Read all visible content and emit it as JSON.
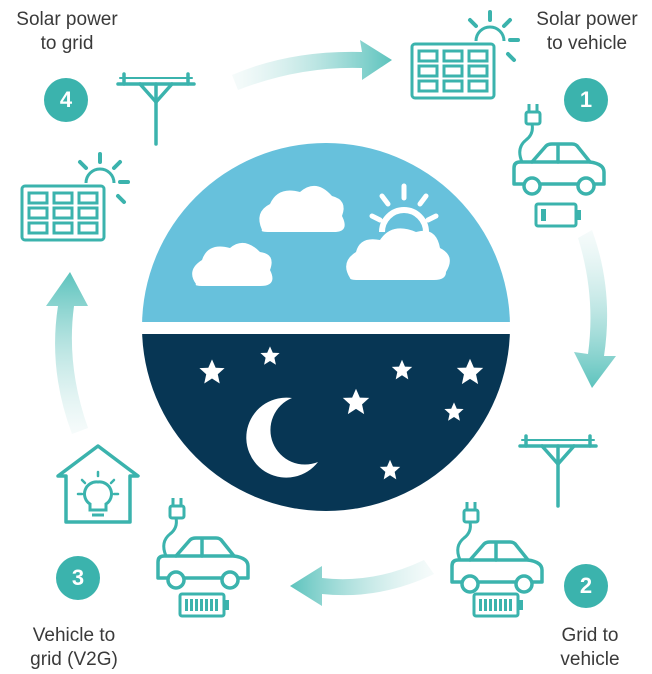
{
  "colors": {
    "teal": "#3bb3ad",
    "teal_light": "#c4e6e4",
    "sky": "#67c1dc",
    "night": "#073654",
    "text": "#3a3a3a"
  },
  "steps": [
    {
      "number": "1",
      "line1": "Solar power",
      "line2": "to vehicle"
    },
    {
      "number": "2",
      "line1": "Grid to",
      "line2": "vehicle"
    },
    {
      "number": "3",
      "line1": "Vehicle to",
      "line2": "grid (V2G)"
    },
    {
      "number": "4",
      "line1": "Solar power",
      "line2": "to grid"
    }
  ],
  "icons": {
    "center": "day-night-circle",
    "step1": [
      "solar-panel-sun-icon",
      "ev-car-charging-icon",
      "battery-low-icon"
    ],
    "step2": [
      "power-pole-icon",
      "ev-car-charging-icon",
      "battery-full-icon"
    ],
    "step3": [
      "house-lightbulb-icon",
      "ev-car-charging-icon",
      "battery-full-icon"
    ],
    "step4": [
      "solar-panel-sun-icon",
      "power-pole-icon"
    ]
  }
}
